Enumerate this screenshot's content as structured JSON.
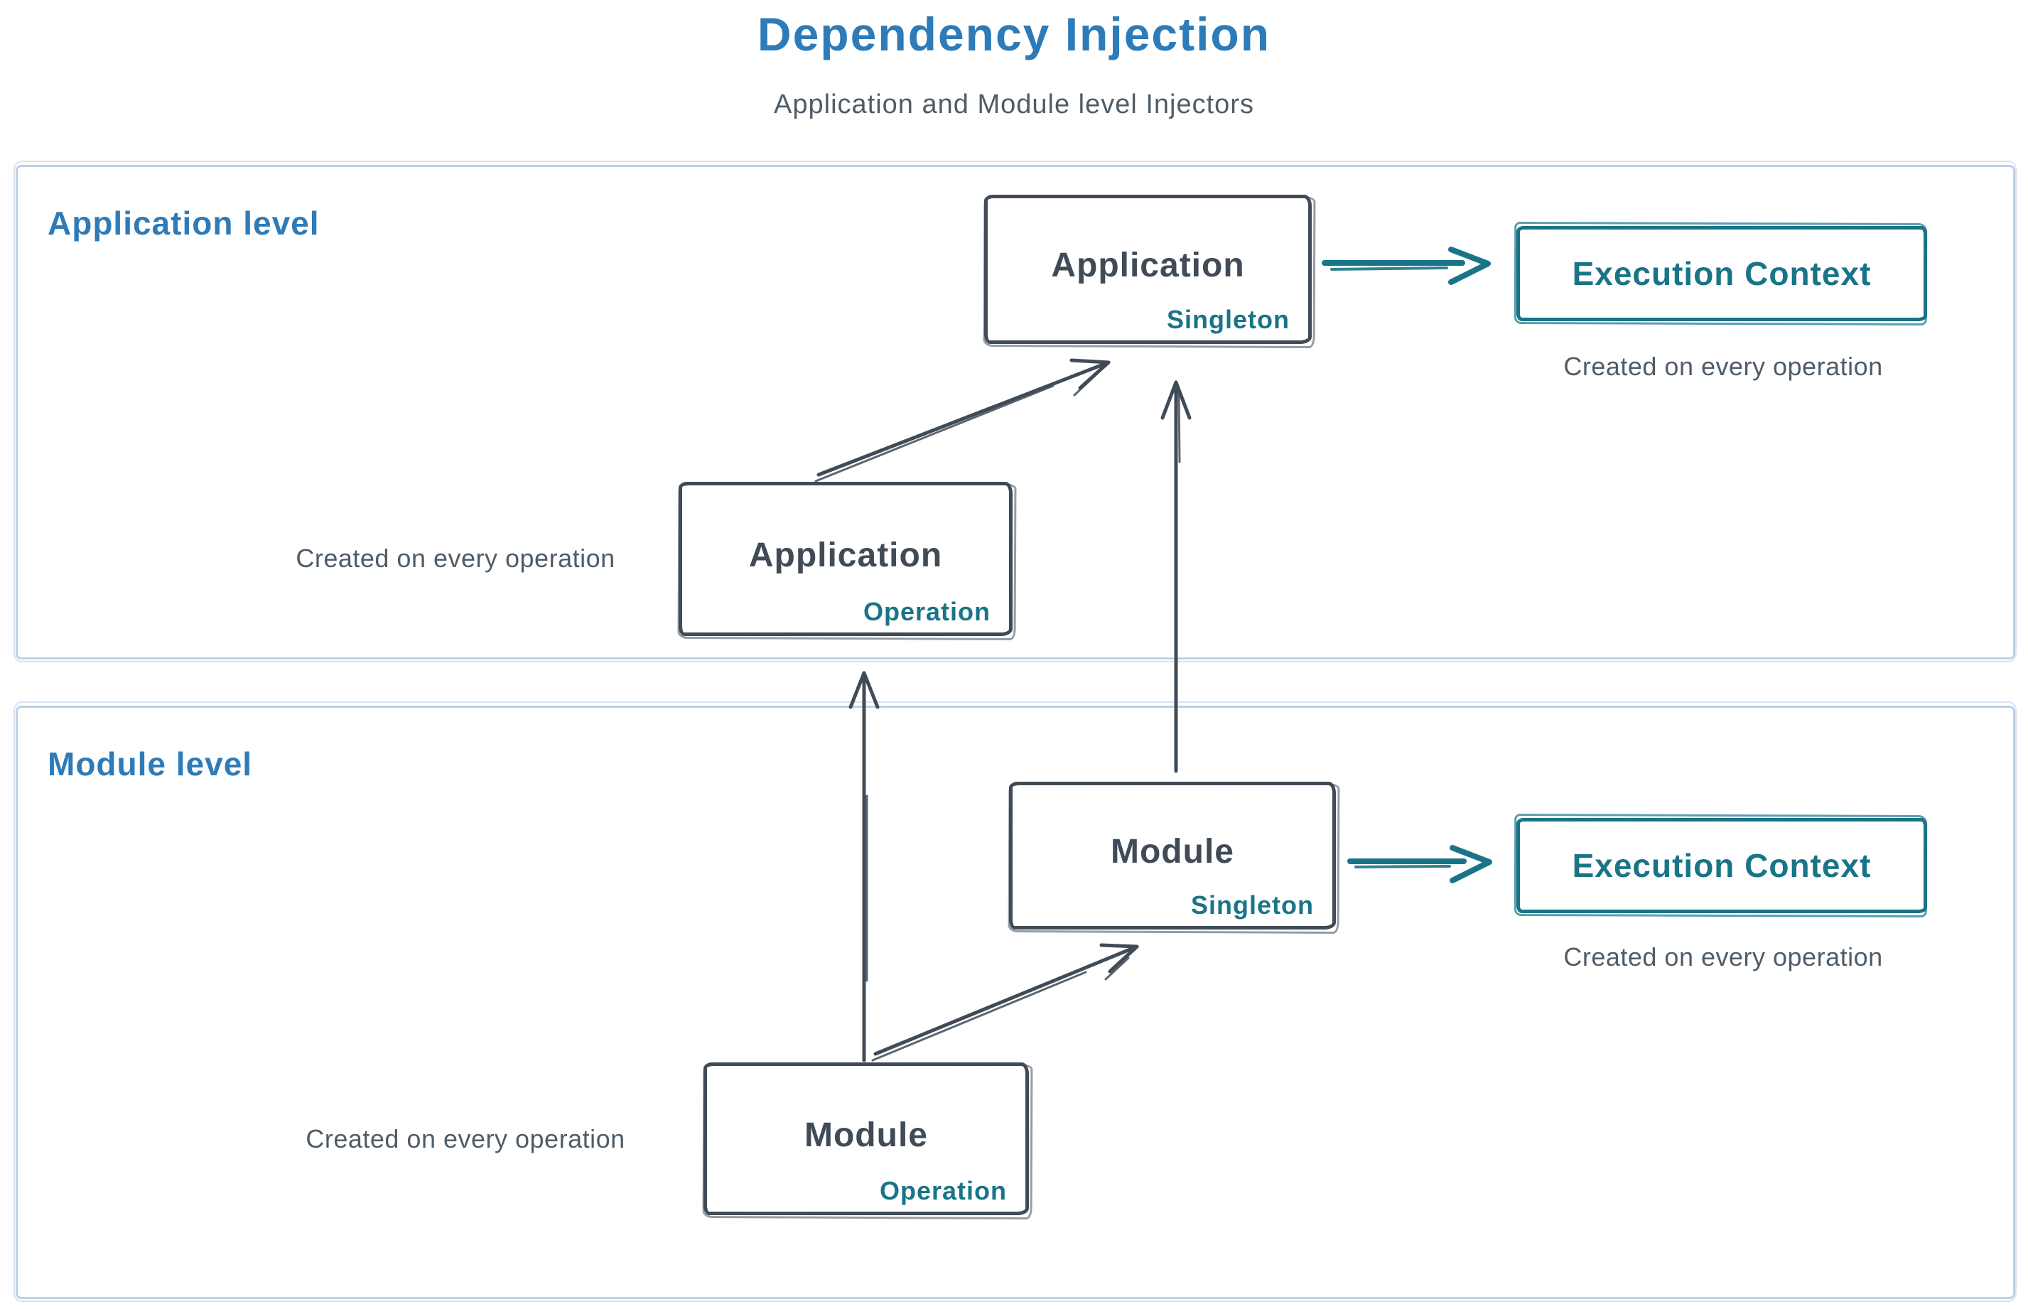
{
  "title": "Dependency Injection",
  "subtitle": "Application and Module level Injectors",
  "colors": {
    "accent_blue": "#2d7bb8",
    "ink": "#404b57",
    "teal": "#1a7488",
    "panel_border": "#bdd0e8",
    "caption_gray": "#4f5c68"
  },
  "sections": [
    {
      "label": "Application level",
      "singleton_box": {
        "title": "Application",
        "scope": "Singleton"
      },
      "operation_box": {
        "title": "Application",
        "scope": "Operation"
      },
      "operation_caption": "Created on every operation",
      "execution_box": {
        "title": "Execution Context",
        "caption": "Created on every operation"
      }
    },
    {
      "label": "Module level",
      "singleton_box": {
        "title": "Module",
        "scope": "Singleton"
      },
      "operation_box": {
        "title": "Module",
        "scope": "Operation"
      },
      "operation_caption": "Created on every operation",
      "execution_box": {
        "title": "Execution Context",
        "caption": "Created on every operation"
      }
    }
  ]
}
